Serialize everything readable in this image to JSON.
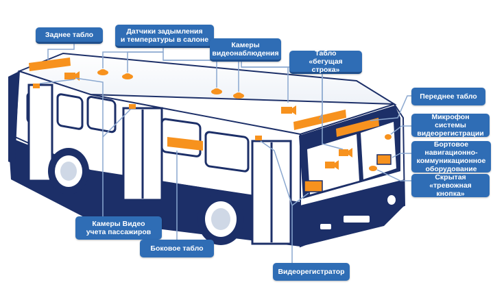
{
  "colors": {
    "bus_dark": "#1c2f68",
    "bus_light": "#ffffff",
    "accent_orange": "#f7921e",
    "label_blue": "#2f6db5",
    "leader_line": "#8aa7cf"
  },
  "labels": {
    "rear_display": "Заднее табло",
    "smoke_temp_sensors": "Датчики задымления\nи температуры в салоне",
    "cctv_cameras": "Камеры\nвидеонаблюдения",
    "ticker_display": "Табло\n«бегущая строка»",
    "front_display": "Переднее табло",
    "video_mic": "Микрофон системы\nвидеорегистрации",
    "nav_equipment": "Бортовое навигационно-\nкоммуникационное\nоборудование",
    "panic_button": "Скрытая\n«тревожная кнопка»",
    "passenger_cameras": "Камеры Видео\nучета пассажиров",
    "side_display": "Боковое табло",
    "video_recorder": "Видеорегистратор"
  },
  "icons": {
    "bus": "bus-illustration",
    "camera": "camera-icon",
    "sensor": "smoke-sensor-icon",
    "display": "led-display-icon"
  }
}
